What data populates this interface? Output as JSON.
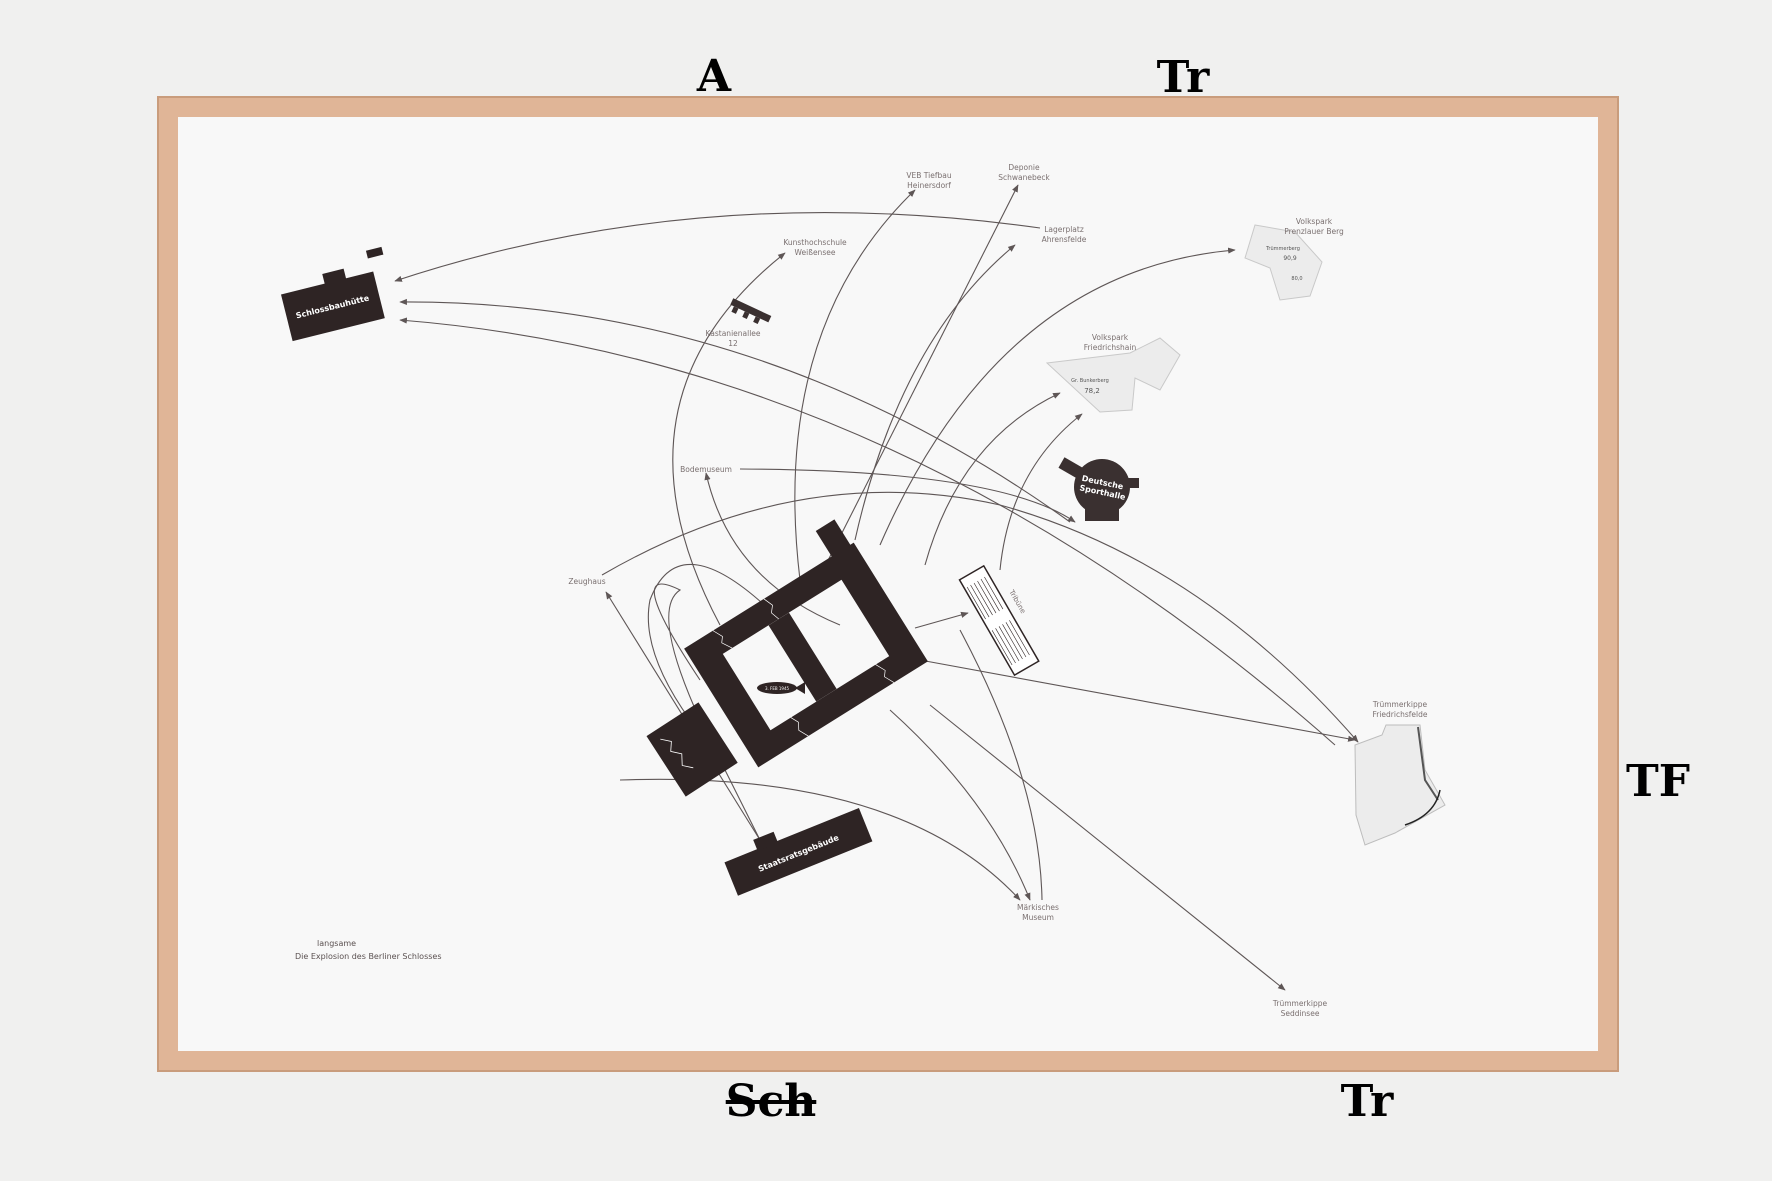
{
  "overlay_letters": {
    "top_left": "A",
    "top_right": "Tr",
    "right": "TF",
    "bottom_left": "Sch",
    "bottom_right": "Tr"
  },
  "title": {
    "line1": "langsame",
    "line2": "Die Explosion des Berliner Schlosses"
  },
  "blocks": {
    "schlossbauhuette": "Schlossbauhütte",
    "sporthalle_1": "Deutsche",
    "sporthalle_2": "Sporthalle",
    "staatsrat": "Staatsratsgebäude",
    "tribuene": "Tribüne",
    "bomb": "3. FEB 1945"
  },
  "destinations": [
    {
      "l1": "VEB Tiefbau",
      "l2": "Heinersdorf"
    },
    {
      "l1": "Deponie",
      "l2": "Schwanebeck"
    },
    {
      "l1": "Kunsthochschule",
      "l2": "Weißensee"
    },
    {
      "l1": "Lagerplatz",
      "l2": "Ahrensfelde"
    },
    {
      "l1": "Volkspark",
      "l2": "Prenzlauer Berg"
    },
    {
      "l1": "Kastanienallee",
      "l2": "12"
    },
    {
      "l1": "Volkspark",
      "l2": "Friedrichshain"
    },
    {
      "l1": "Bodemuseum",
      "l2": ""
    },
    {
      "l1": "Zeughaus",
      "l2": ""
    },
    {
      "l1": "Märkisches",
      "l2": "Museum"
    },
    {
      "l1": "Trümmerkippe",
      "l2": "Friedrichsfelde"
    },
    {
      "l1": "Trümmerkippe",
      "l2": "Seddinsee"
    }
  ],
  "map_labels": {
    "truemmerberg": "Trümmerberg",
    "h1": "90,9",
    "h2": "80,0",
    "bunkerberg": "Gr. Bunkerberg",
    "h3": "78,2"
  },
  "colors": {
    "frame": "#e0b597",
    "paper": "#f9f9f9",
    "ink": "#2e2424"
  }
}
